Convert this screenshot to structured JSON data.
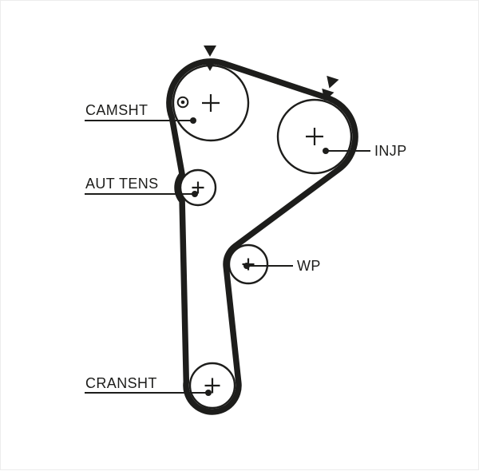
{
  "diagram": {
    "type": "timing-belt-routing",
    "background": "#ffffff",
    "line_color": "#1d1d1b",
    "labels": {
      "camshaft": "CAMSHT",
      "tensioner": "AUT TENS",
      "injection_pump": "INJP",
      "water_pump": "WP",
      "crankshaft": "CRANSHT"
    },
    "icons": {
      "direction_arrow": "filled-down-triangle",
      "timing_mark": "circled-dot",
      "pulley_center": "plus-cross",
      "leader_end": "filled-dot"
    }
  }
}
